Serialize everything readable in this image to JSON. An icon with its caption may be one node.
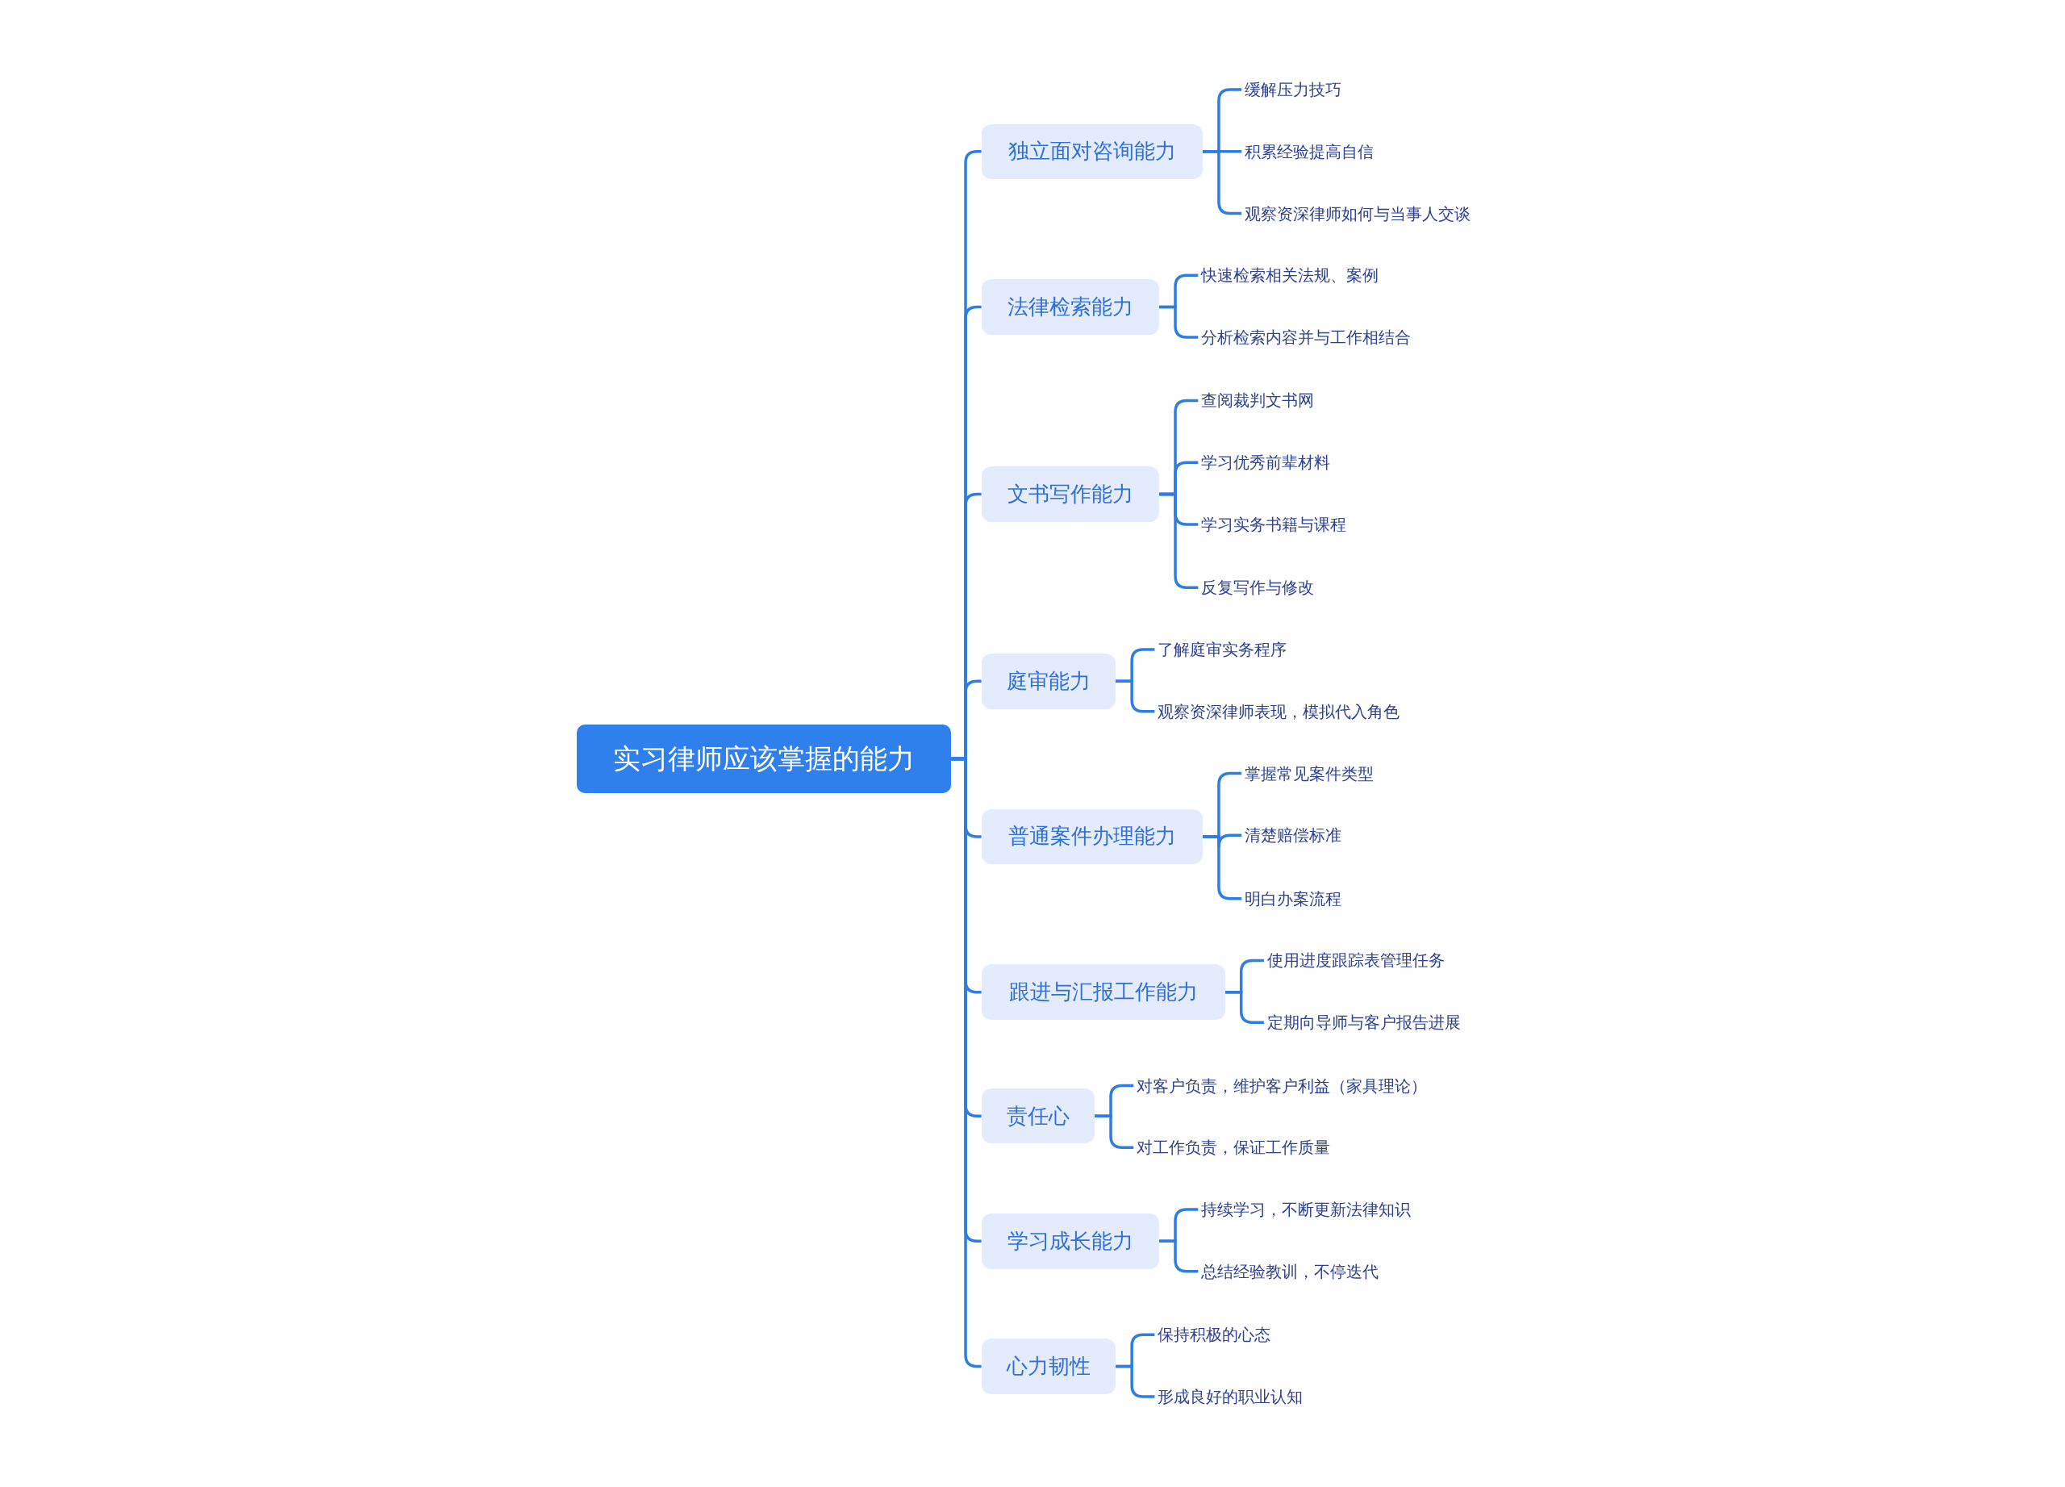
{
  "diagram": {
    "nodes": [
      {
        "text": [
          "实习律师应该掌握的能力"
        ]
      },
      {
        "text": [
          "独立面对咨询能力"
        ]
      },
      {
        "text": [
          "缓解压力技巧"
        ]
      },
      {
        "text": [
          "积累经验提高自信"
        ]
      },
      {
        "text": [
          "观察资深律师如何与当事人交谈"
        ]
      },
      {
        "text": [
          "法律检索能力"
        ]
      },
      {
        "text": [
          "快速检索相关法规、案例"
        ]
      },
      {
        "text": [
          "分析检索内容并与工作相结合"
        ]
      },
      {
        "text": [
          "文书写作能力"
        ]
      },
      {
        "text": [
          "查阅裁判文书网"
        ]
      },
      {
        "text": [
          "学习优秀前辈材料"
        ]
      },
      {
        "text": [
          "学习实务书籍与课程"
        ]
      },
      {
        "text": [
          "反复写作与修改"
        ]
      },
      {
        "text": [
          "庭审能力"
        ]
      },
      {
        "text": [
          "了解庭审实务程序"
        ]
      },
      {
        "text": [
          "观察资深律师表现，模拟代入角色"
        ]
      },
      {
        "text": [
          "普通案件办理能力"
        ]
      },
      {
        "text": [
          "掌握常见案件类型"
        ]
      },
      {
        "text": [
          "清楚赔偿标准"
        ]
      },
      {
        "text": [
          "明白办案流程"
        ]
      },
      {
        "text": [
          "跟进与汇报工作能力"
        ]
      },
      {
        "text": [
          "使用进度跟踪表管理任务"
        ]
      },
      {
        "text": [
          "定期向导师与客户报告进展"
        ]
      },
      {
        "text": [
          "责任心"
        ]
      },
      {
        "text": [
          "对客户负责，维护客户利益（家具理论）"
        ]
      },
      {
        "text": [
          "对工作负责，保证工作质量"
        ]
      },
      {
        "text": [
          "学习成长能力"
        ]
      },
      {
        "text": [
          "持续学习，不断更新法律知识"
        ]
      },
      {
        "text": [
          "总结经验教训，不停迭代"
        ]
      },
      {
        "text": [
          "心力韧性"
        ]
      },
      {
        "text": [
          "保持积极的心态"
        ]
      },
      {
        "text": [
          "形成良好的职业认知"
        ]
      }
    ],
    "edges": [
      {
        "from": 0,
        "to": 1,
        "arrow": "none"
      },
      {
        "from": 1,
        "to": 2,
        "arrow": "none"
      },
      {
        "from": 1,
        "to": 3,
        "arrow": "none"
      },
      {
        "from": 1,
        "to": 4,
        "arrow": "none"
      },
      {
        "from": 0,
        "to": 5,
        "arrow": "none"
      },
      {
        "from": 5,
        "to": 6,
        "arrow": "none"
      },
      {
        "from": 5,
        "to": 7,
        "arrow": "none"
      },
      {
        "from": 0,
        "to": 8,
        "arrow": "none"
      },
      {
        "from": 8,
        "to": 9,
        "arrow": "none"
      },
      {
        "from": 8,
        "to": 10,
        "arrow": "none"
      },
      {
        "from": 8,
        "to": 11,
        "arrow": "none"
      },
      {
        "from": 8,
        "to": 12,
        "arrow": "none"
      },
      {
        "from": 0,
        "to": 13,
        "arrow": "none"
      },
      {
        "from": 13,
        "to": 14,
        "arrow": "none"
      },
      {
        "from": 13,
        "to": 15,
        "arrow": "none"
      },
      {
        "from": 0,
        "to": 16,
        "arrow": "none"
      },
      {
        "from": 16,
        "to": 17,
        "arrow": "none"
      },
      {
        "from": 16,
        "to": 18,
        "arrow": "none"
      },
      {
        "from": 16,
        "to": 19,
        "arrow": "none"
      },
      {
        "from": 0,
        "to": 20,
        "arrow": "none"
      },
      {
        "from": 20,
        "to": 21,
        "arrow": "none"
      },
      {
        "from": 20,
        "to": 22,
        "arrow": "none"
      },
      {
        "from": 0,
        "to": 23,
        "arrow": "none"
      },
      {
        "from": 23,
        "to": 24,
        "arrow": "none"
      },
      {
        "from": 23,
        "to": 25,
        "arrow": "none"
      },
      {
        "from": 0,
        "to": 26,
        "arrow": "none"
      },
      {
        "from": 26,
        "to": 27,
        "arrow": "none"
      },
      {
        "from": 26,
        "to": 28,
        "arrow": "none"
      },
      {
        "from": 0,
        "to": 29,
        "arrow": "none"
      },
      {
        "from": 29,
        "to": 30,
        "arrow": "none"
      },
      {
        "from": 29,
        "to": 31,
        "arrow": "none"
      }
    ]
  }
}
